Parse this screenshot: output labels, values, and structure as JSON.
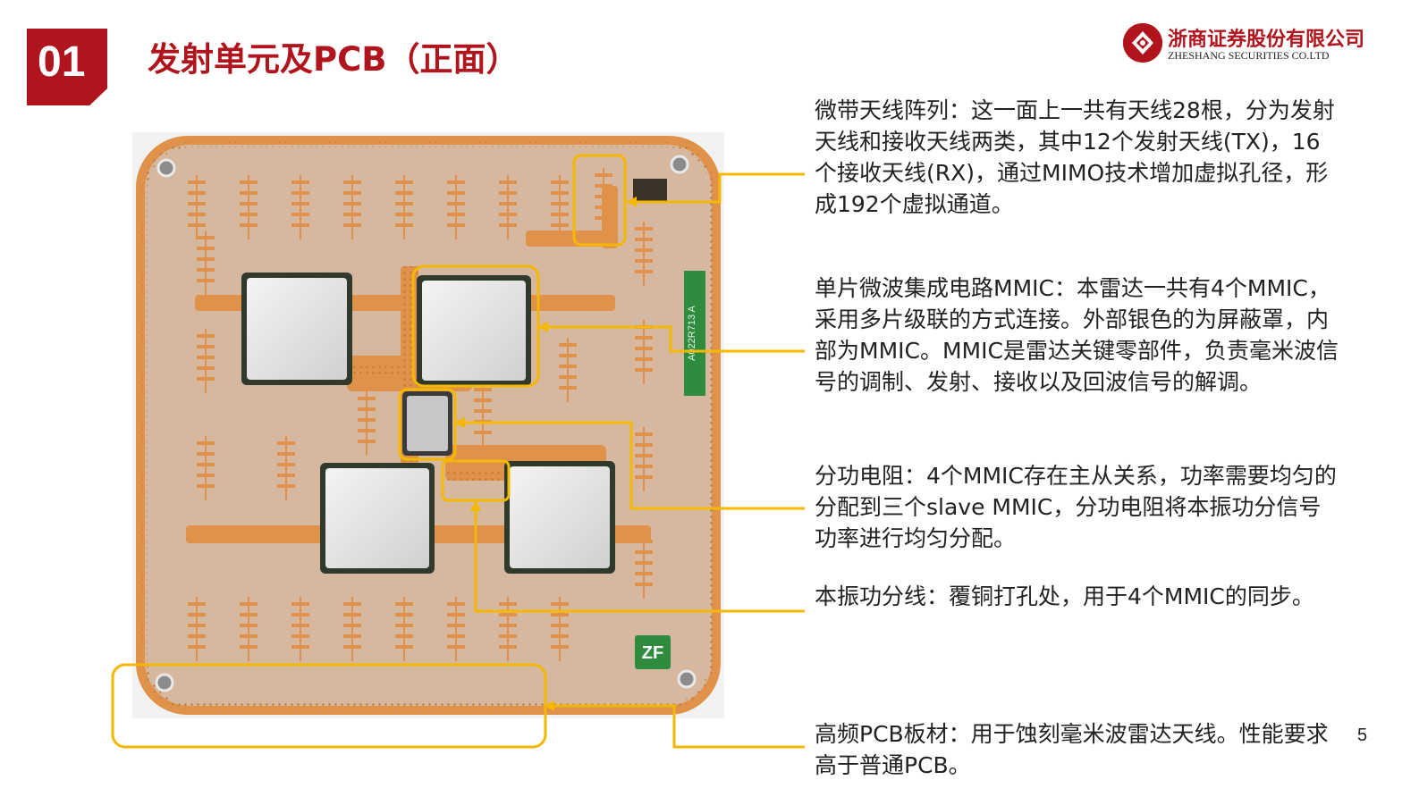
{
  "header": {
    "section_number": "01",
    "title": "发射单元及PCB（正面）"
  },
  "logo": {
    "name_cn": "浙商证券股份有限公司",
    "name_en": "ZHESHANG SECURITIES CO.LTD"
  },
  "board": {
    "silkscreen_code": "A022R713 A",
    "brand_mark": "ZF"
  },
  "callouts": [
    {
      "id": "antenna",
      "text": "微带天线阵列：这一面上一共有天线28根，分为发射天线和接收天线两类，其中12个发射天线(TX)，16个接收天线(RX)，通过MIMO技术增加虚拟孔径，形成192个虚拟通道。"
    },
    {
      "id": "mmic",
      "text": "单片微波集成电路MMIC：本雷达一共有4个MMIC，采用多片级联的方式连接。外部银色的为屏蔽罩，内部为MMIC。MMIC是雷达关键零部件，负责毫米波信号的调制、发射、接收以及回波信号的解调。"
    },
    {
      "id": "divider",
      "text": "分功电阻：4个MMIC存在主从关系，功率需要均匀的分配到三个slave MMIC，分功电阻将本振功分信号功率进行均匀分配。"
    },
    {
      "id": "lo-line",
      "text": "本振功分线：覆铜打孔处，用于4个MMIC的同步。"
    },
    {
      "id": "pcb",
      "text": "高频PCB板材：用于蚀刻毫米波雷达天线。性能要求高于普通PCB。"
    }
  ],
  "page_number": "5",
  "colors": {
    "brand_red": "#b0141c",
    "callout_orange": "#f5b800",
    "pcb_copper": "#e0924a",
    "pcb_substrate": "#d6b79f"
  }
}
